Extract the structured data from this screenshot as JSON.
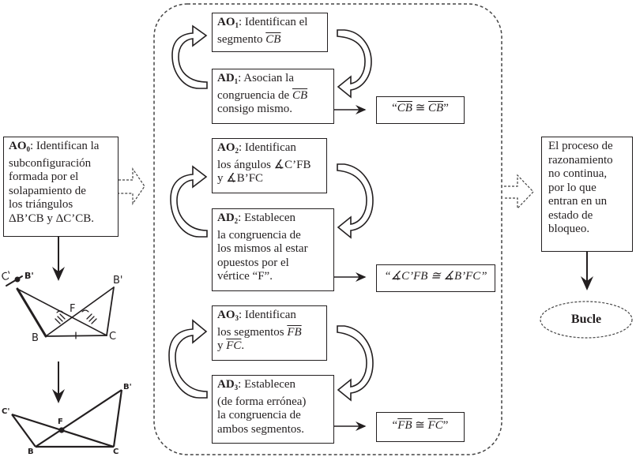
{
  "left": {
    "ao0": {
      "code": "AO",
      "sub": "0",
      "text_line1": ": Identifican la",
      "text_rest": [
        "subconfiguración",
        "formada por el",
        "solapamiento de",
        "los triángulos",
        "ΔB’CB y ΔC’CB."
      ]
    },
    "sketch1_labels": {
      "c_prime": "C'",
      "b_prime_a": "B'",
      "b_prime_b": "B'",
      "f": "F",
      "b": "B",
      "c": "C"
    },
    "sketch2_labels": {
      "c_prime": "C'",
      "b_prime": "B'",
      "f": "F",
      "b": "B",
      "c": "C"
    }
  },
  "center": {
    "pairs": [
      {
        "ao": {
          "code": "AO",
          "sub": "1",
          "line1": ": Identifican el",
          "line2_pre": "segmento ",
          "seg": "CB"
        },
        "ad": {
          "code": "AD",
          "sub": "1",
          "line1": ": Asocian la",
          "line2_pre": "congruencia de ",
          "seg": "CB",
          "line3": "consigo mismo."
        },
        "result": {
          "open": "“",
          "a": "CB",
          "op": " ≅ ",
          "b": "CB",
          "close": "”"
        }
      },
      {
        "ao": {
          "code": "AO",
          "sub": "2",
          "line1": ": Identifican",
          "line2": "los ángulos ∡C’FB",
          "line3": "y ∡B’FC"
        },
        "ad": {
          "code": "AD",
          "sub": "2",
          "line1": ": Establecen",
          "line2": "la congruencia de",
          "line3": "los mismos al estar",
          "line4": "opuestos por el",
          "line5": "vértice “F”."
        },
        "result": {
          "text": "“∡C’FB ≅ ∡B’FC”"
        }
      },
      {
        "ao": {
          "code": "AO",
          "sub": "3",
          "line1": ": Identifican",
          "line2_pre": "los segmentos ",
          "seg1": "FB",
          "line3_pre": "y ",
          "seg2": "FC",
          "line3_post": "."
        },
        "ad": {
          "code": "AD",
          "sub": "3",
          "line1": ": Establecen",
          "line2": "(de forma errónea)",
          "line3": "la congruencia de",
          "line4": "ambos segmentos."
        },
        "result": {
          "open": "“",
          "a": "FB",
          "op": " ≅ ",
          "b": "FC",
          "close": "”"
        }
      }
    ]
  },
  "right": {
    "outcome_lines": [
      "El proceso de",
      "razonamiento",
      "no continua,",
      "por lo que",
      "entran en un",
      "estado de",
      "bloqueo."
    ],
    "terminal": "Bucle"
  }
}
